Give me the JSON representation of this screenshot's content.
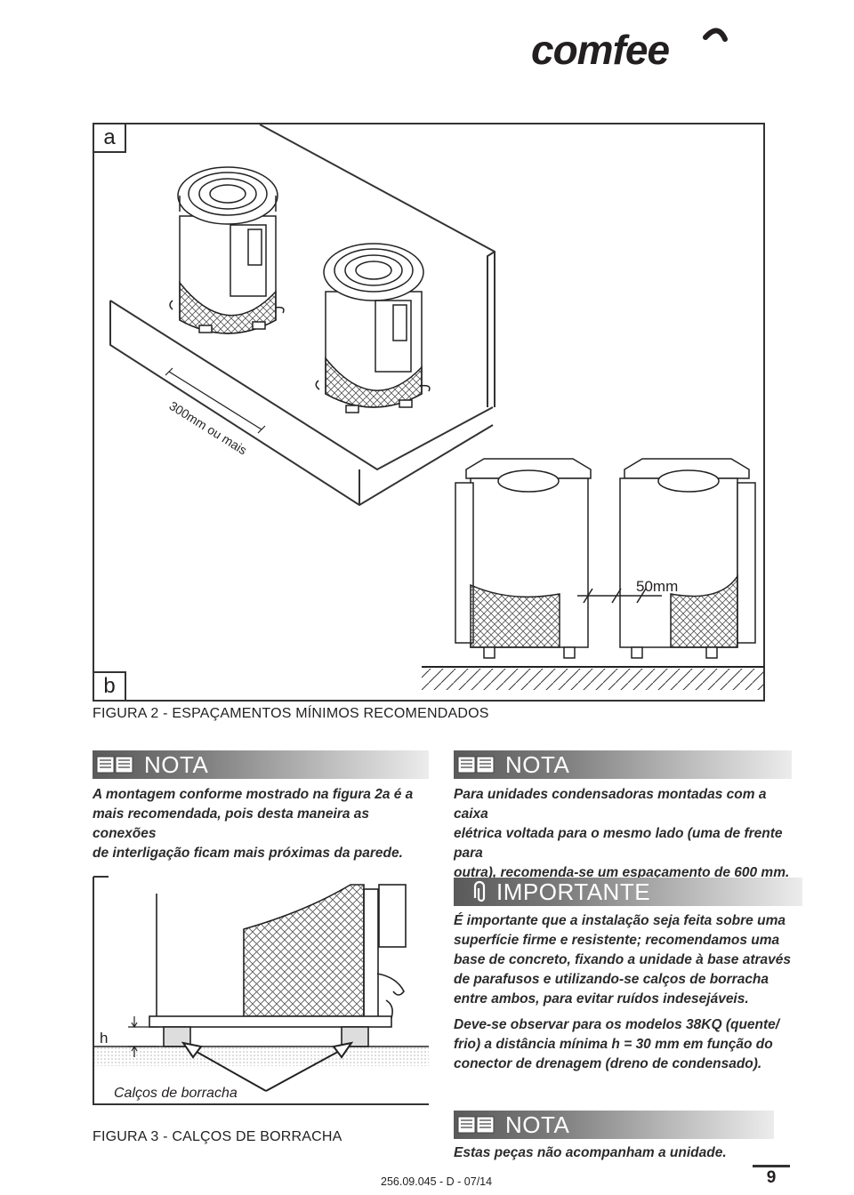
{
  "brand": {
    "logo": "comfee"
  },
  "figure2": {
    "panel_a": "a",
    "panel_b": "b",
    "clearance_300": "300mm ou mais",
    "clearance_50": "50mm",
    "caption": "FIGURA 2 - ESPAÇAMENTOS MÍNIMOS RECOMENDADOS"
  },
  "note_left": {
    "title": "NOTA",
    "lines": [
      "A montagem conforme mostrado na figura 2a é a",
      "mais recomendada, pois desta maneira as conexões",
      "de interligação ficam mais próximas da parede."
    ]
  },
  "note_right": {
    "title": "NOTA",
    "lines": [
      "Para unidades condensadoras montadas com a caixa",
      "elétrica voltada para o mesmo lado (uma de frente para",
      "outra), recomenda-se um espaçamento de 600 mm."
    ]
  },
  "figure3": {
    "h_label": "h",
    "feet_label": "Calços de borracha",
    "caption": "FIGURA 3 - CALÇOS DE BORRACHA"
  },
  "important": {
    "title": "IMPORTANTE",
    "para1": [
      "É importante que a instalação seja feita sobre uma",
      "superfície firme e resistente; recomendamos uma",
      "base de concreto, fixando a unidade à base através",
      "de parafusos e utilizando-se calços de borracha",
      "entre ambos, para evitar ruídos indesejáveis."
    ],
    "para2": [
      "Deve-se observar para os modelos 38KQ (quente/",
      "frio) a distância mínima h = 30 mm em função do",
      "conector de drenagem (dreno de condensado)."
    ]
  },
  "note_bottom": {
    "title": "NOTA",
    "text": "Estas peças não acompanham a unidade."
  },
  "footer": {
    "doc_code": "256.09.045 - D - 07/14",
    "page_number": "9"
  }
}
